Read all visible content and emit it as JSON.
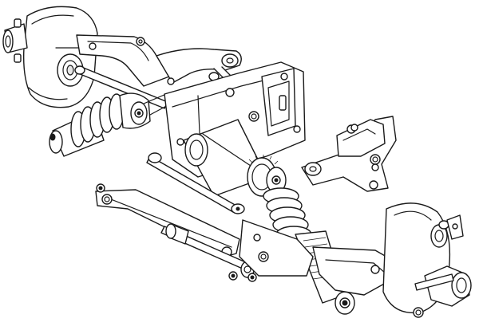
{
  "figure": {
    "kind": "technical line illustration",
    "subject": "rc-car-front-suspension-assembly",
    "style": "black outlines on white background",
    "colors": {
      "line": "#1a1a1a",
      "fill": "#ffffff",
      "shade": "#e6e6e6"
    }
  }
}
